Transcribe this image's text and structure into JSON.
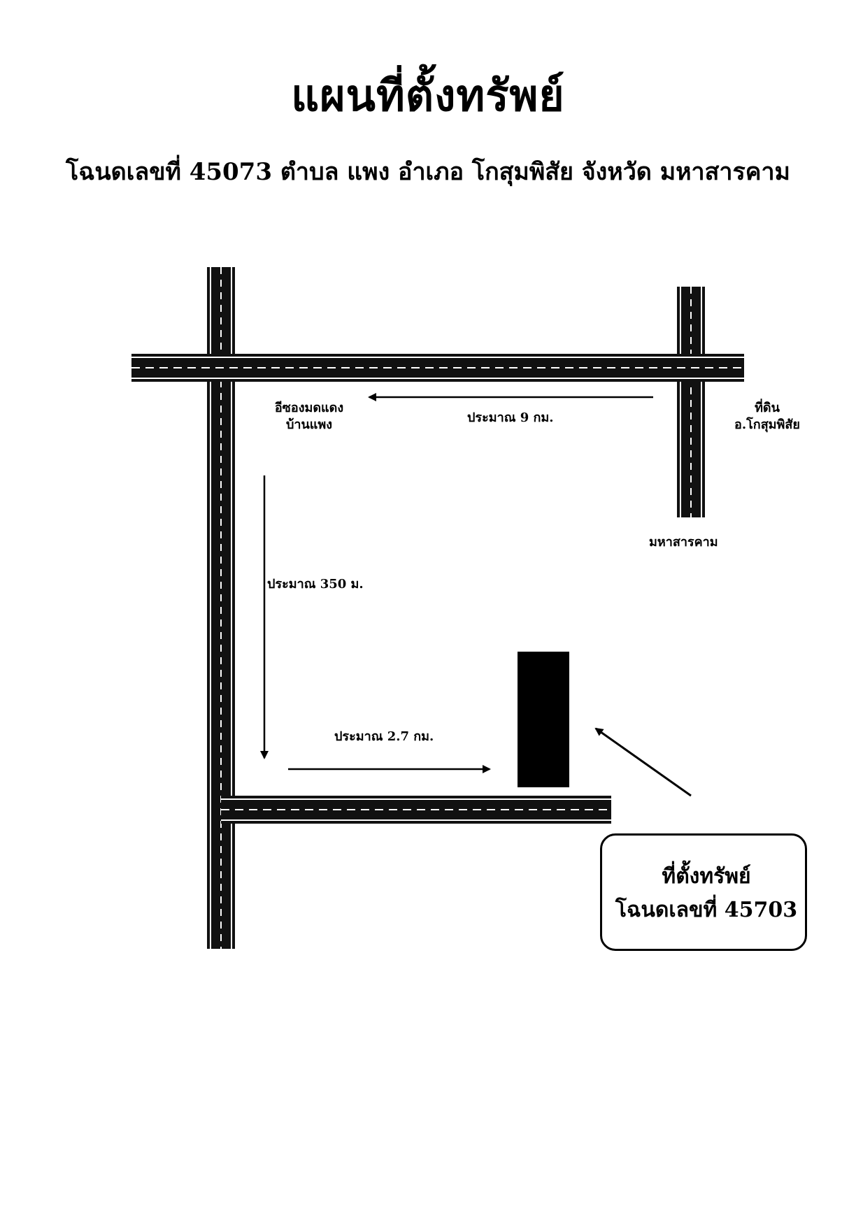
{
  "title": "แผนที่ตั้งทรัพย์",
  "subtitle": "โฉนดเลขที่ 45073 ตำบล แพง อำเภอ โกสุมพิสัย จังหวัด มหาสารคาม",
  "labels": {
    "junction_line1": "อีซองมดแดง",
    "junction_line2": "บ้านแพง",
    "distance_9km": "ประมาณ 9 กม.",
    "land_line1": "ที่ดิน",
    "land_line2": "อ.โกสุมพิสัย",
    "mahasarakham": "มหาสารคาม",
    "distance_350m": "ประมาณ 350 ม.",
    "distance_27km": "ประมาณ 2.7 กม."
  },
  "callout": {
    "line1": "ที่ตั้งทรัพย์",
    "line2": "โฉนดเลขที่ 45703"
  },
  "colors": {
    "road": "#111111",
    "road_marking": "#ffffff",
    "plot": "#000000"
  }
}
